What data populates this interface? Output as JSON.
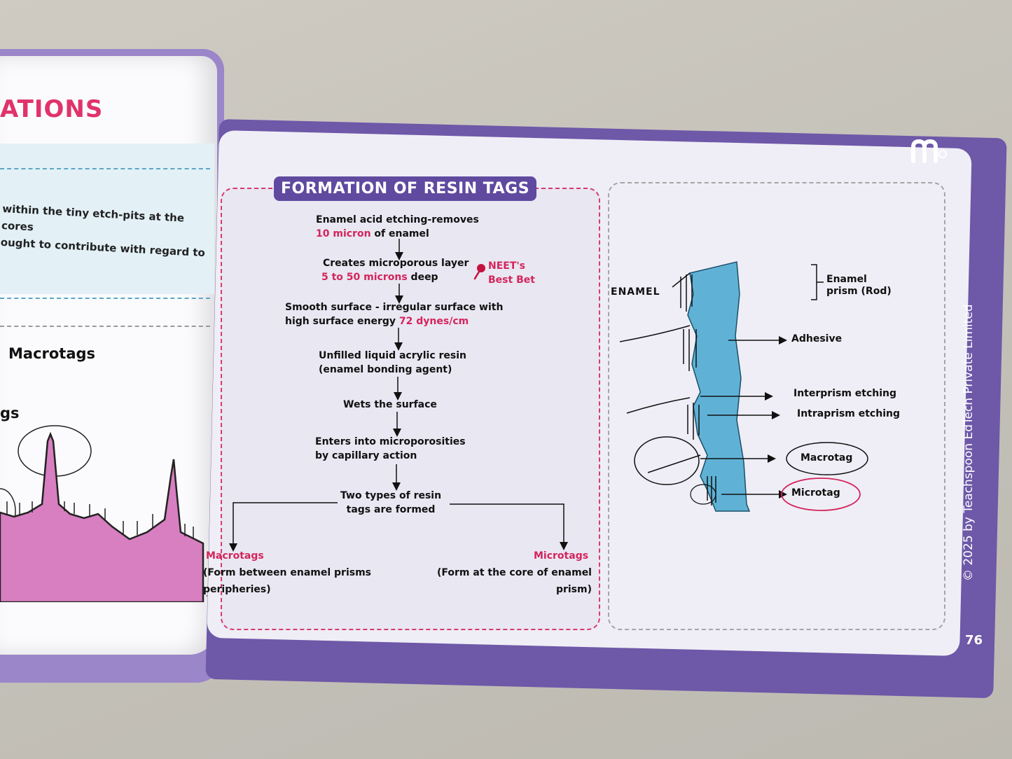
{
  "left_page": {
    "heading": "ATIONS",
    "text_line_1": "within the tiny etch-pits at the cores",
    "text_line_2": "ought to contribute with regard to",
    "macrotags_label": "Macrotags",
    "gs_label": "gs",
    "macrotags_bottom_label": "Macrotags",
    "form_between": "(Form between enamel prisms",
    "peripheries": "peripheries)"
  },
  "flowchart": {
    "title": "FORMATION OF RESIN TAGS",
    "step1_line1": "Enamel acid etching-removes",
    "step1_hl": "10 micron",
    "step1_rest": " of enamel",
    "step2_line1": "Creates microporous layer",
    "step2_hl": "5 to 50 microns",
    "step2_rest": " deep",
    "neet_line1": "NEET's",
    "neet_line2": "Best Bet",
    "step3_line1": "Smooth surface - irregular surface with",
    "step3_pre": "high surface energy ",
    "step3_hl": "72 dynes/cm",
    "step4_line1": "Unfilled liquid acrylic resin",
    "step4_line2": "(enamel bonding agent)",
    "step5": "Wets the surface",
    "step6_line1": "Enters into microporosities",
    "step6_line2": "by capillary action",
    "step7_line1": "Two types of resin",
    "step7_line2": "tags are formed",
    "micro_title": "Microtags",
    "micro_line1": "(Form at the core of enamel",
    "micro_line2": "prism)"
  },
  "diagram": {
    "enamel": "ENAMEL",
    "prism_line1": "Enamel",
    "prism_line2": "prism (Rod)",
    "adhesive": "Adhesive",
    "interprism": "Interprism etching",
    "intraprism": "Intraprism etching",
    "macrotag": "Macrotag",
    "microtag": "Microtag"
  },
  "footer": {
    "copyright": "© 2025 by Teachspoon EdTech Private Limited",
    "page_number": "76"
  },
  "colors": {
    "purple": "#6e58a8",
    "pink": "#d4245c",
    "blue": "#5fb2d6",
    "tag_pink": "#d77fc0"
  }
}
